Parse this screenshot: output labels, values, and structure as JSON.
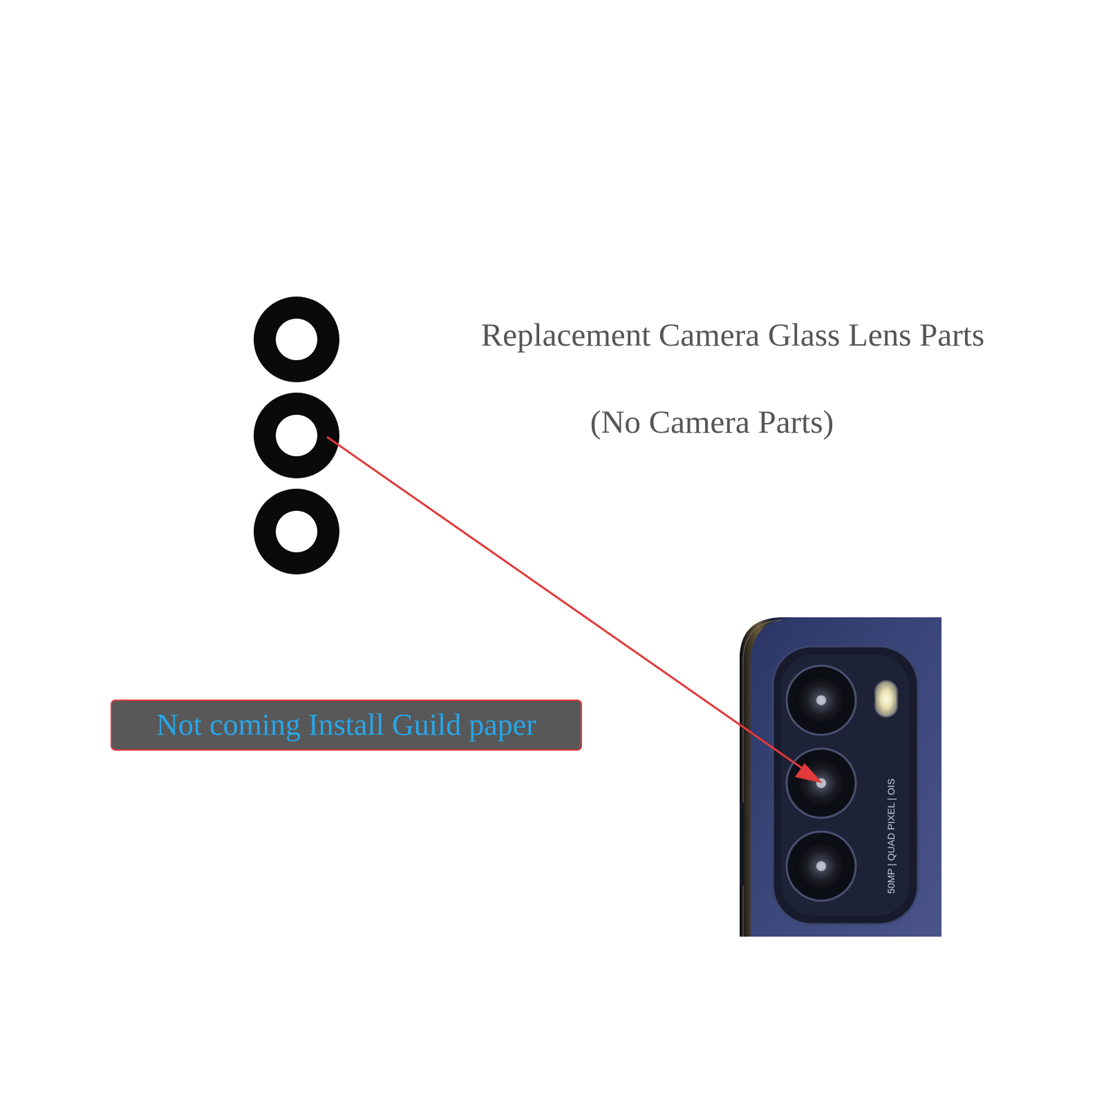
{
  "text": {
    "headline": "Replacement Camera Glass Lens Parts",
    "subline": "(No Camera Parts)",
    "note": "Not coming Install Guild paper"
  },
  "phone": {
    "module_label": "50MP | QUAD PIXEL | OIS"
  },
  "lens_rings": [
    {
      "name": "lens-ring-1"
    },
    {
      "name": "lens-ring-2"
    },
    {
      "name": "lens-ring-3"
    }
  ],
  "colors": {
    "headline_text": "#555555",
    "note_text": "#27a6e8",
    "note_background": "#585858",
    "note_border": "#e3393a",
    "arrow": "#e3393a",
    "ring": "#0a0a0a"
  }
}
